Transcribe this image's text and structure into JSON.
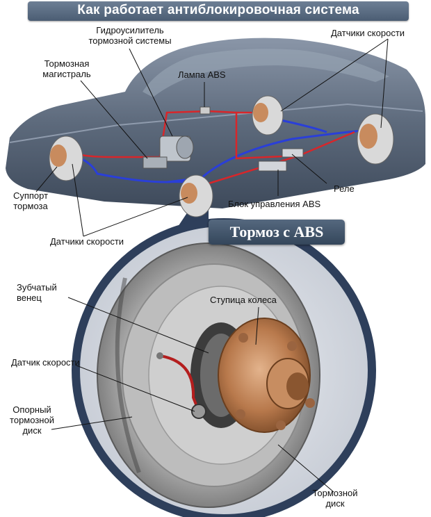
{
  "title": "Как работает антиблокировочная система",
  "subtitle": "Тормоз с ABS",
  "car_labels": {
    "hydro_booster": "Гидроусилитель\nтормозной системы",
    "brake_line": "Тормозная\nмагистраль",
    "abs_lamp": "Лампа ABS",
    "speed_sensors_top": "Датчики скорости",
    "relay": "Реле",
    "abs_control_unit": "Блок управления ABS",
    "caliper": "Суппорт\nтормоза",
    "speed_sensors_bottom": "Датчики скорости"
  },
  "brake_labels": {
    "toothed_ring": "Зубчатый\nвенец",
    "wheel_hub": "Ступица колеса",
    "speed_sensor": "Датчик скорости",
    "backing_plate": "Опорный\nтормозной\nдиск",
    "brake_disc": "Тормозной\nдиск"
  },
  "colors": {
    "hydraulic_line": "#2a3fd8",
    "electrical_line": "#d8262a",
    "car_body": "#5a6678",
    "hub": "#b87a4e",
    "disc": "#a8a8a8"
  }
}
